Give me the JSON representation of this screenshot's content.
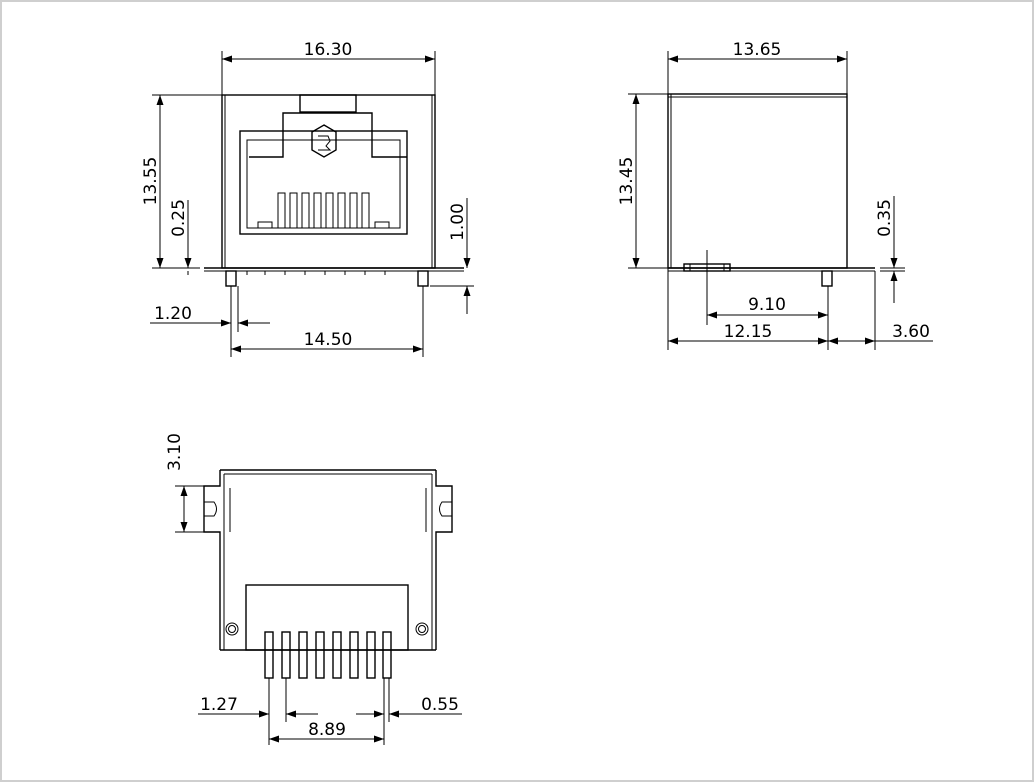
{
  "views": {
    "front": {
      "dims": {
        "width_top": "16.30",
        "height_left": "13.55",
        "standoff_left": "0.25",
        "tab_right": "1.00",
        "pin_offset": "1.20",
        "pin_span": "14.50"
      }
    },
    "side": {
      "dims": {
        "width_top": "13.65",
        "height_left": "13.45",
        "standoff_right": "0.35",
        "pin_to_post": "9.10",
        "body_to_post": "12.15",
        "post_to_end": "3.60"
      }
    },
    "bottom": {
      "dims": {
        "tab_height": "3.10",
        "pin_pitch": "1.27",
        "pin_span": "8.89",
        "pin_width": "0.55"
      }
    }
  }
}
